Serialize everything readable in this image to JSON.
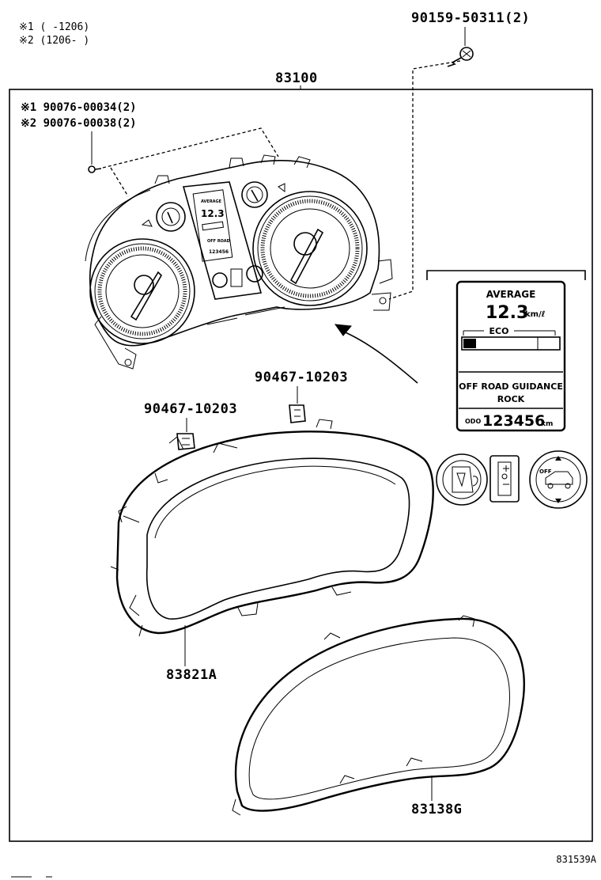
{
  "notes": {
    "note1": "※1 (    -1206)",
    "note2": "※2 (1206-    )"
  },
  "parts": {
    "screw_top": "90159-50311(2)",
    "assembly": "83100",
    "screw_note1": "※1 90076-00034(2)",
    "screw_note2": "※2 90076-00038(2)",
    "clip_right": "90467-10203",
    "clip_left": "90467-10203",
    "case": "83821A",
    "glass": "83138G"
  },
  "display_detail": {
    "average_label": "AVERAGE",
    "consumption_value": "12.3",
    "consumption_unit": "km/ℓ",
    "eco_label": "ECO",
    "mode_line1": "OFF ROAD GUIDANCE",
    "mode_line2": "ROCK",
    "odo_label": "ODO",
    "odo_value": "123456",
    "odo_unit": "km"
  },
  "figure_code": "831539A"
}
